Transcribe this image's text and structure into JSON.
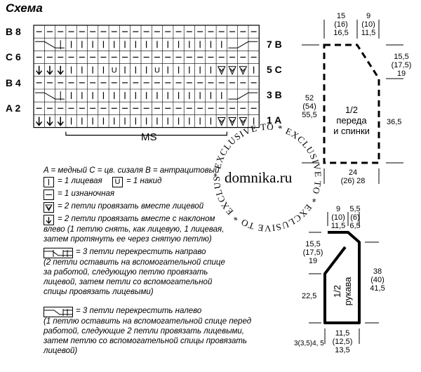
{
  "title": "Схема",
  "chart": {
    "left_labels": [
      "B 8",
      "C 6",
      "B 4",
      "A 2"
    ],
    "right_labels": [
      "7 B",
      "5 C",
      "3 B",
      "1 A"
    ],
    "repeat_label": "MS"
  },
  "legend": {
    "colors": "A = медный     C = цв. сизаля     B = антрацитовый",
    "knit": "= 1 лицевая",
    "yo": "= 1 накид",
    "purl": "= 1 изнаночная",
    "k2tog": "= 2 петли провязать вместе лицевой",
    "ssk_lines": [
      "= 2 петли провязать вместе с наклоном",
      "влево (1 петлю снять, как лицевую, 1 лицевая,",
      "затем протянуть ее через снятую петлю)"
    ],
    "cross_right_lines": [
      "= 3 петли перекрестить направо",
      "(2 петли оставить на вспомогательной спице",
      "за работой, следующую петлю провязать",
      "лицевой, затем петли со вспомогательной",
      "спицы провязать лицевыми)"
    ],
    "cross_left_lines": [
      "= 3 петли перекрестить налево",
      "(1 петлю оставить на вспомогательной спице перед",
      "работой, следующие 2 петли провязать лицевыми,",
      "затем петлю со вспомогательной спицы провязать",
      "лицевой)"
    ]
  },
  "front": {
    "top_left": [
      "15",
      "(16)",
      "16,5"
    ],
    "top_right": [
      "9",
      "(10)",
      "11,5"
    ],
    "side_right_top": [
      "15,5",
      "(17,5)",
      "19"
    ],
    "side_right": "36,5",
    "side_left": [
      "52",
      "(54)",
      "55,5"
    ],
    "label": [
      "1/2",
      "переда",
      "и спинки"
    ],
    "bottom": [
      "24",
      "(26)  28"
    ]
  },
  "sleeve": {
    "top_a": [
      "9",
      "(10)",
      "11,5"
    ],
    "top_b": [
      "5,5",
      "(6)",
      "6,5"
    ],
    "left_top": [
      "15,5",
      "(17,5)",
      "19"
    ],
    "left_mid": "22,5",
    "right": [
      "38",
      "(40)",
      "41,5"
    ],
    "bottom_left": "3(3,5)4, 5",
    "bottom": [
      "11,5",
      "(12,5)",
      "13,5"
    ],
    "label": [
      "1/2",
      "рукава"
    ]
  },
  "watermark": {
    "site": "domnika.ru",
    "ring_text": "* EXCLUSIVE TO * EXCLUSIVE TO "
  }
}
